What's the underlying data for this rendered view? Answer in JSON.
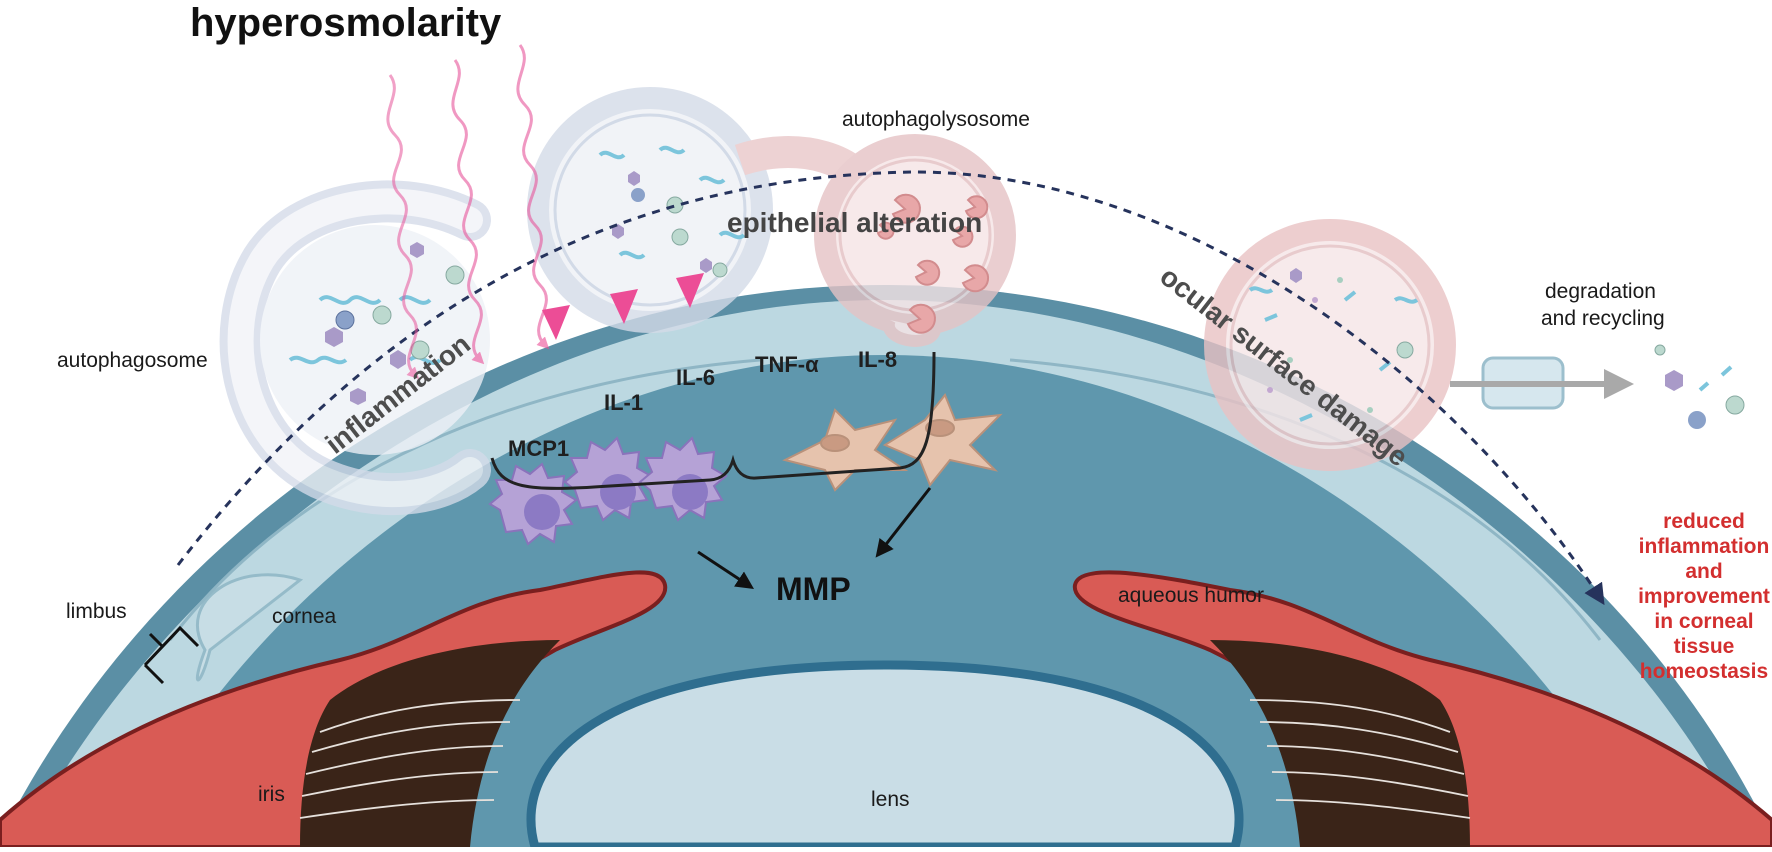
{
  "title": "hyperosmolarity",
  "labels": {
    "autophagolysosome": "autophagolysosome",
    "autophagosome": "autophagosome",
    "epithelial_alteration": "epithelial alteration",
    "inflammation": "inflammation",
    "ocular_surface_damage": "ocular surface damage",
    "degradation_recycling_line1": "degradation",
    "degradation_recycling_line2": "and recycling",
    "limbus": "limbus",
    "cornea": "cornea",
    "aqueous_humor": "aqueous humor",
    "iris": "iris",
    "lens": "lens",
    "mmp": "MMP"
  },
  "cytokines": {
    "il1": "IL-1",
    "il6": "IL-6",
    "tnf": "TNF-α",
    "il8": "IL-8",
    "mcp1": "MCP1"
  },
  "outcome_lines": [
    "reduced",
    "inflammation",
    "and",
    "improvement",
    "in corneal",
    "tissue",
    "homeostasis"
  ],
  "colors": {
    "outcome_text": "#d32f2f",
    "stress_arrows": "#e7559b",
    "aqueous": "#5f97ad",
    "cornea": "#b9d6df",
    "iris": "#d95b55",
    "lens": "#c9dde6",
    "lens_rim": "#2f6e8f",
    "arc_dashes": "#1f2f57"
  }
}
